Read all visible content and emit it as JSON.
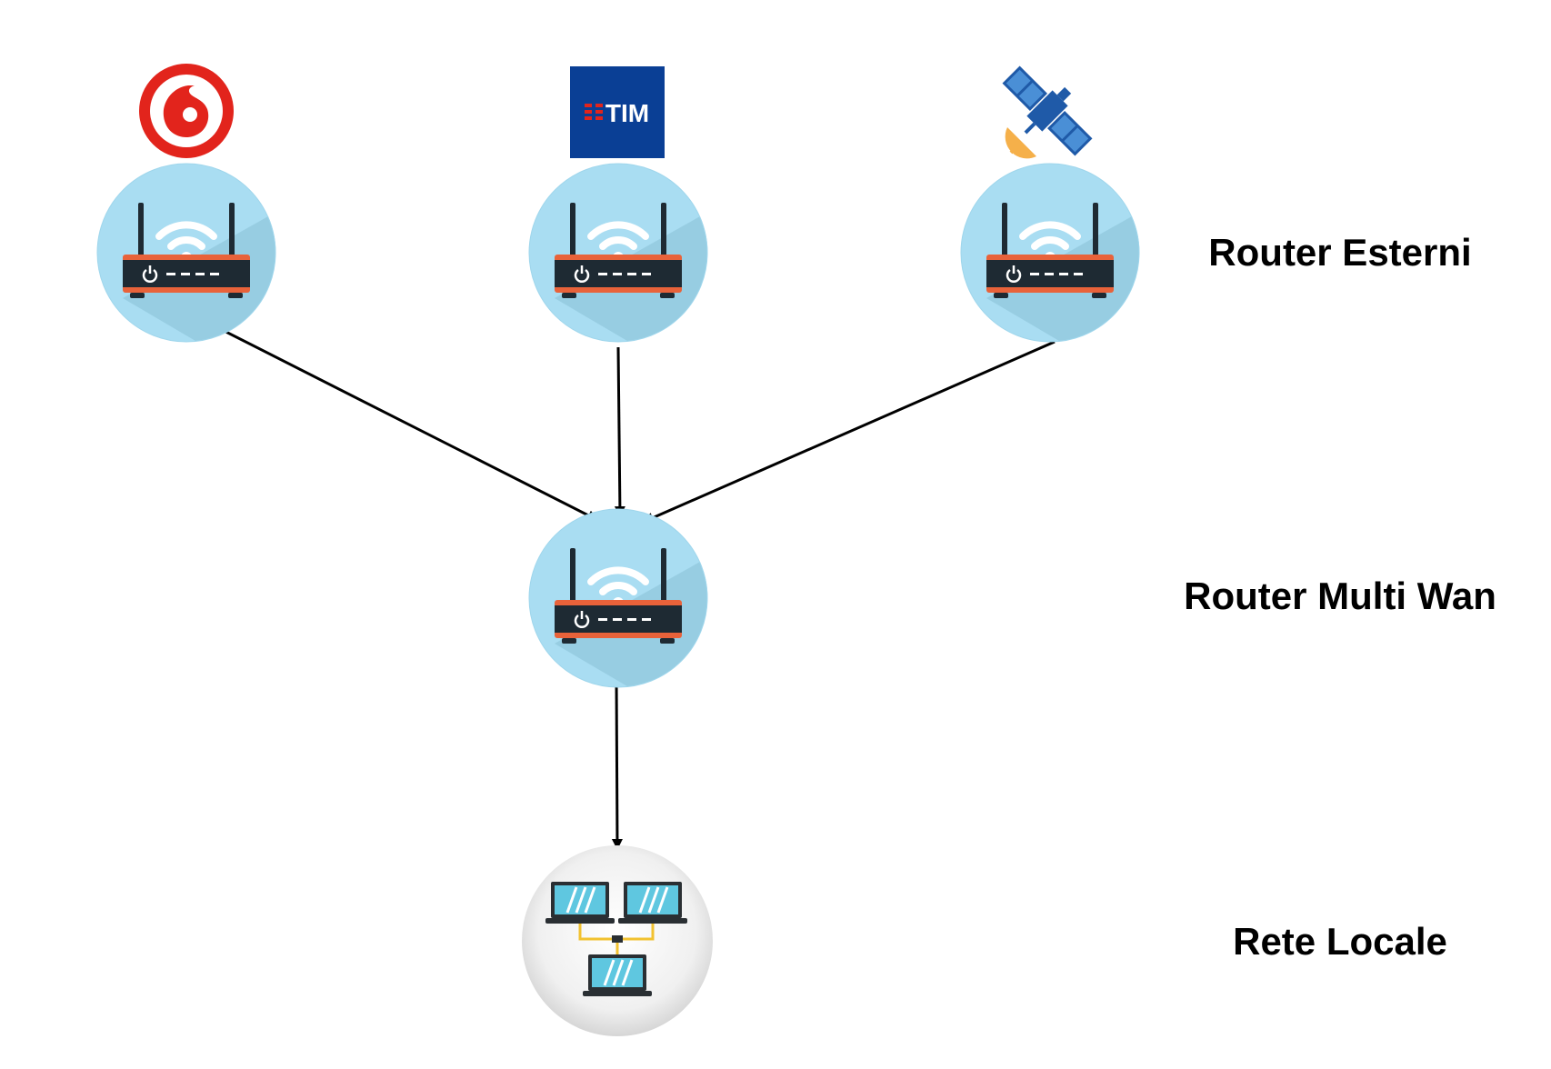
{
  "labels": {
    "external": "Router Esterni",
    "multiwan": "Router Multi Wan",
    "local": "Rete Locale"
  },
  "providers": [
    {
      "name": "vodafone",
      "logo_icon": "vodafone-logo-icon",
      "color": "#e2241c"
    },
    {
      "name": "tim",
      "logo_icon": "tim-logo-icon",
      "logo_text": "TIM",
      "color": "#0a3f95",
      "accent": "#e2241c"
    },
    {
      "name": "satellite",
      "logo_icon": "satellite-icon"
    }
  ],
  "icons": {
    "router": "router-icon",
    "local_network": "local-network-icon",
    "arrow": "arrow-icon"
  },
  "colors": {
    "router_circle": "#a9ddf2",
    "router_shadow": "#97cde2",
    "router_body": "#1e2a33",
    "router_stripe": "#e8623a",
    "wifi": "#ffffff",
    "laptop_screen": "#5fc7e0",
    "laptop_body": "#2a2f33",
    "network_cable": "#f2c230",
    "arrow": "#000000"
  }
}
